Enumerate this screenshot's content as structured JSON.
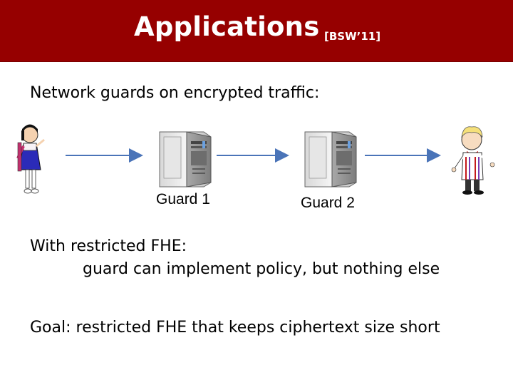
{
  "slide": {
    "title": "Applications",
    "citation": "[BSW’11]",
    "intro": "Network guards on encrypted traffic:",
    "guards": [
      "Guard 1",
      "Guard 2"
    ],
    "restricted_line1": "With restricted FHE:",
    "restricted_line2": "guard can implement policy,  but nothing else",
    "goal": "Goal:   restricted FHE that keeps ciphertext size short"
  },
  "colors": {
    "header": "#960000",
    "arrow": "#4a74b8"
  }
}
